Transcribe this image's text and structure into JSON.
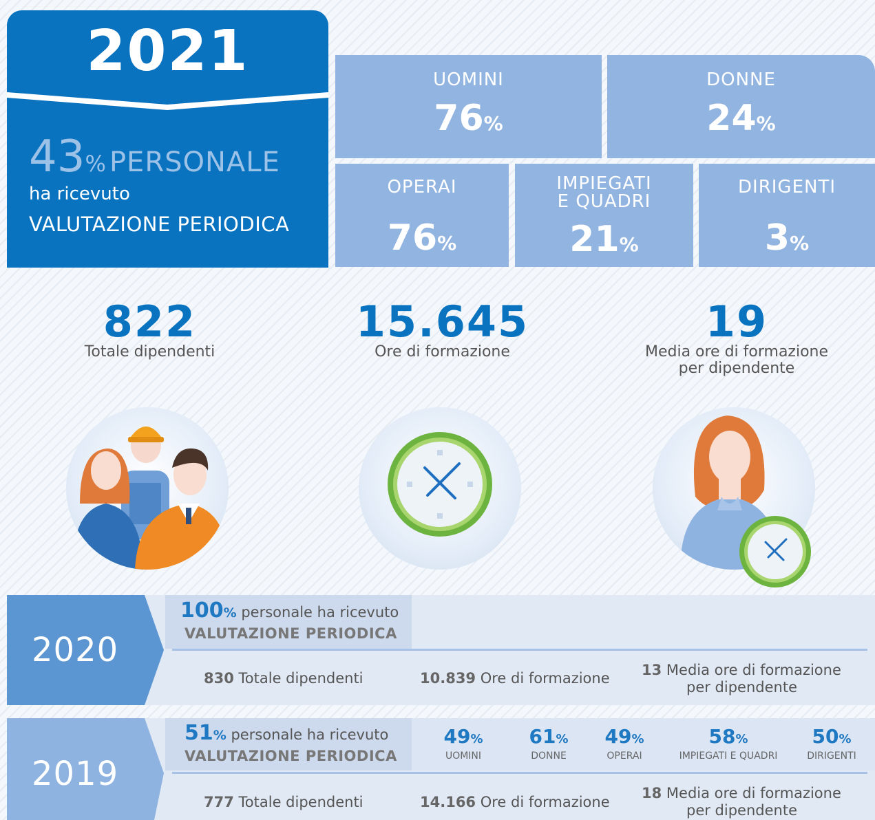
{
  "y2021": {
    "year": "2021",
    "personale_num": "43",
    "personale_pct": "%",
    "personale_word": "PERSONALE",
    "ricevuto": "ha ricevuto",
    "valutazione": "VALUTAZIONE PERIODICA",
    "uomini": {
      "label": "UOMINI",
      "num": "76",
      "pct": "%"
    },
    "donne": {
      "label": "DONNE",
      "num": "24",
      "pct": "%"
    },
    "operai": {
      "label": "OPERAI",
      "num": "76",
      "pct": "%"
    },
    "impiegati": {
      "label1": "IMPIEGATI",
      "label2": "E QUADRI",
      "num": "21",
      "pct": "%"
    },
    "dirigenti": {
      "label": "DIRIGENTI",
      "num": "3",
      "pct": "%"
    }
  },
  "stats": {
    "dipendenti": {
      "value": "822",
      "label": "Totale dipendenti"
    },
    "ore": {
      "value": "15.645",
      "label": "Ore di formazione"
    },
    "media": {
      "value": "19",
      "label1": "Media ore di formazione",
      "label2": "per dipendente"
    }
  },
  "y2020": {
    "year": "2020",
    "pct_num": "100",
    "pct_sym": "%",
    "ricevuto": " personale ha ricevuto",
    "valutazione": "VALUTAZIONE PERIODICA",
    "dip_num": "830",
    "dip_label": " Totale dipendenti",
    "ore_num": "10.839",
    "ore_label": " Ore di formazione",
    "media_num": "13",
    "media_label1": " Media ore di formazione",
    "media_label2": "per dipendente"
  },
  "y2019": {
    "year": "2019",
    "pct_num": "51",
    "pct_sym": "%",
    "ricevuto": " personale ha ricevuto",
    "valutazione": "VALUTAZIONE PERIODICA",
    "breakdown": [
      {
        "num": "49",
        "pct": "%",
        "label": "UOMINI"
      },
      {
        "num": "61",
        "pct": "%",
        "label": "DONNE"
      },
      {
        "num": "49",
        "pct": "%",
        "label": "OPERAI"
      },
      {
        "num": "58",
        "pct": "%",
        "label": "IMPIEGATI E QUADRI"
      },
      {
        "num": "50",
        "pct": "%",
        "label": "DIRIGENTI"
      }
    ],
    "dip_num": "777",
    "dip_label": " Totale dipendenti",
    "ore_num": "14.166",
    "ore_label": " Ore di formazione",
    "media_num": "18",
    "media_label1": " Media ore di formazione",
    "media_label2": "per dipendente"
  },
  "colors": {
    "primary_blue": "#0a73c0",
    "cell_blue": "#92b4e0",
    "light_band": "#e1e9f5",
    "ribbon_2020": "#5b96d2",
    "ribbon_2019": "#8fb3e0",
    "clock_green": "#6cb33f",
    "orange": "#f08a24"
  }
}
